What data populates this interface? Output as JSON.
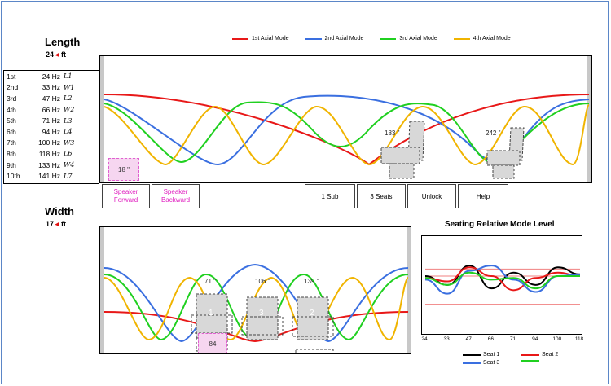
{
  "length": {
    "title": "Length",
    "value": "24",
    "unit": "ft"
  },
  "width": {
    "title": "Width",
    "value": "17",
    "unit": "ft"
  },
  "legend": [
    {
      "label": "1st Axial Mode",
      "color": "#e81818"
    },
    {
      "label": "2nd Axial Mode",
      "color": "#3a6fe0"
    },
    {
      "label": "3rd Axial Mode",
      "color": "#20d020"
    },
    {
      "label": "4th Axial Mode",
      "color": "#f0b400"
    }
  ],
  "modes": [
    {
      "order": "1st",
      "freq": "24 Hz",
      "tag": "L1"
    },
    {
      "order": "2nd",
      "freq": "33 Hz",
      "tag": "W1"
    },
    {
      "order": "3rd",
      "freq": "47 Hz",
      "tag": "L2"
    },
    {
      "order": "4th",
      "freq": "66 Hz",
      "tag": "W2"
    },
    {
      "order": "5th",
      "freq": "71 Hz",
      "tag": "L3"
    },
    {
      "order": "6th",
      "freq": "94 Hz",
      "tag": "L4"
    },
    {
      "order": "7th",
      "freq": "100 Hz",
      "tag": "W3"
    },
    {
      "order": "8th",
      "freq": "118 Hz",
      "tag": "L6"
    },
    {
      "order": "9th",
      "freq": "133 Hz",
      "tag": "W4"
    },
    {
      "order": "10th",
      "freq": "141 Hz",
      "tag": "L7"
    }
  ],
  "length_panel": {
    "speaker_distance": "18 \"",
    "seat_labels": [
      "183 \"",
      "242 \""
    ]
  },
  "width_panel": {
    "speaker_distance": "84",
    "seat_labels": [
      "71 \"",
      "106 \"",
      "139 \""
    ],
    "seat_numbers": [
      "1",
      "3",
      "2"
    ]
  },
  "buttons": {
    "speaker_forward": "Speaker Forward",
    "speaker_backward": "Speaker Backward",
    "sub": "1 Sub",
    "seats": "3 Seats",
    "unlock": "Unlock",
    "help": "Help"
  },
  "chart_data": {
    "type": "line",
    "title": "Seating Relative Mode Level",
    "categories": [
      "24",
      "33",
      "47",
      "66",
      "71",
      "94",
      "100",
      "118"
    ],
    "ylim": [
      0,
      1
    ],
    "series": [
      {
        "name": "Seat 1",
        "color": "#000000",
        "values": [
          0.62,
          0.52,
          0.74,
          0.48,
          0.66,
          0.52,
          0.72,
          0.64
        ]
      },
      {
        "name": "Seat 2",
        "color": "#e81818",
        "values": [
          0.6,
          0.56,
          0.72,
          0.62,
          0.46,
          0.6,
          0.66,
          0.62
        ]
      },
      {
        "name": "Seat 3",
        "color": "#3a6fe0",
        "values": [
          0.58,
          0.42,
          0.68,
          0.74,
          0.58,
          0.44,
          0.62,
          0.64
        ]
      },
      {
        "name": "",
        "color": "#20d020",
        "values": [
          0.6,
          0.52,
          0.66,
          0.58,
          0.6,
          0.48,
          0.62,
          0.62
        ]
      }
    ],
    "reference_lines": [
      0.7,
      0.62,
      0.3
    ]
  }
}
